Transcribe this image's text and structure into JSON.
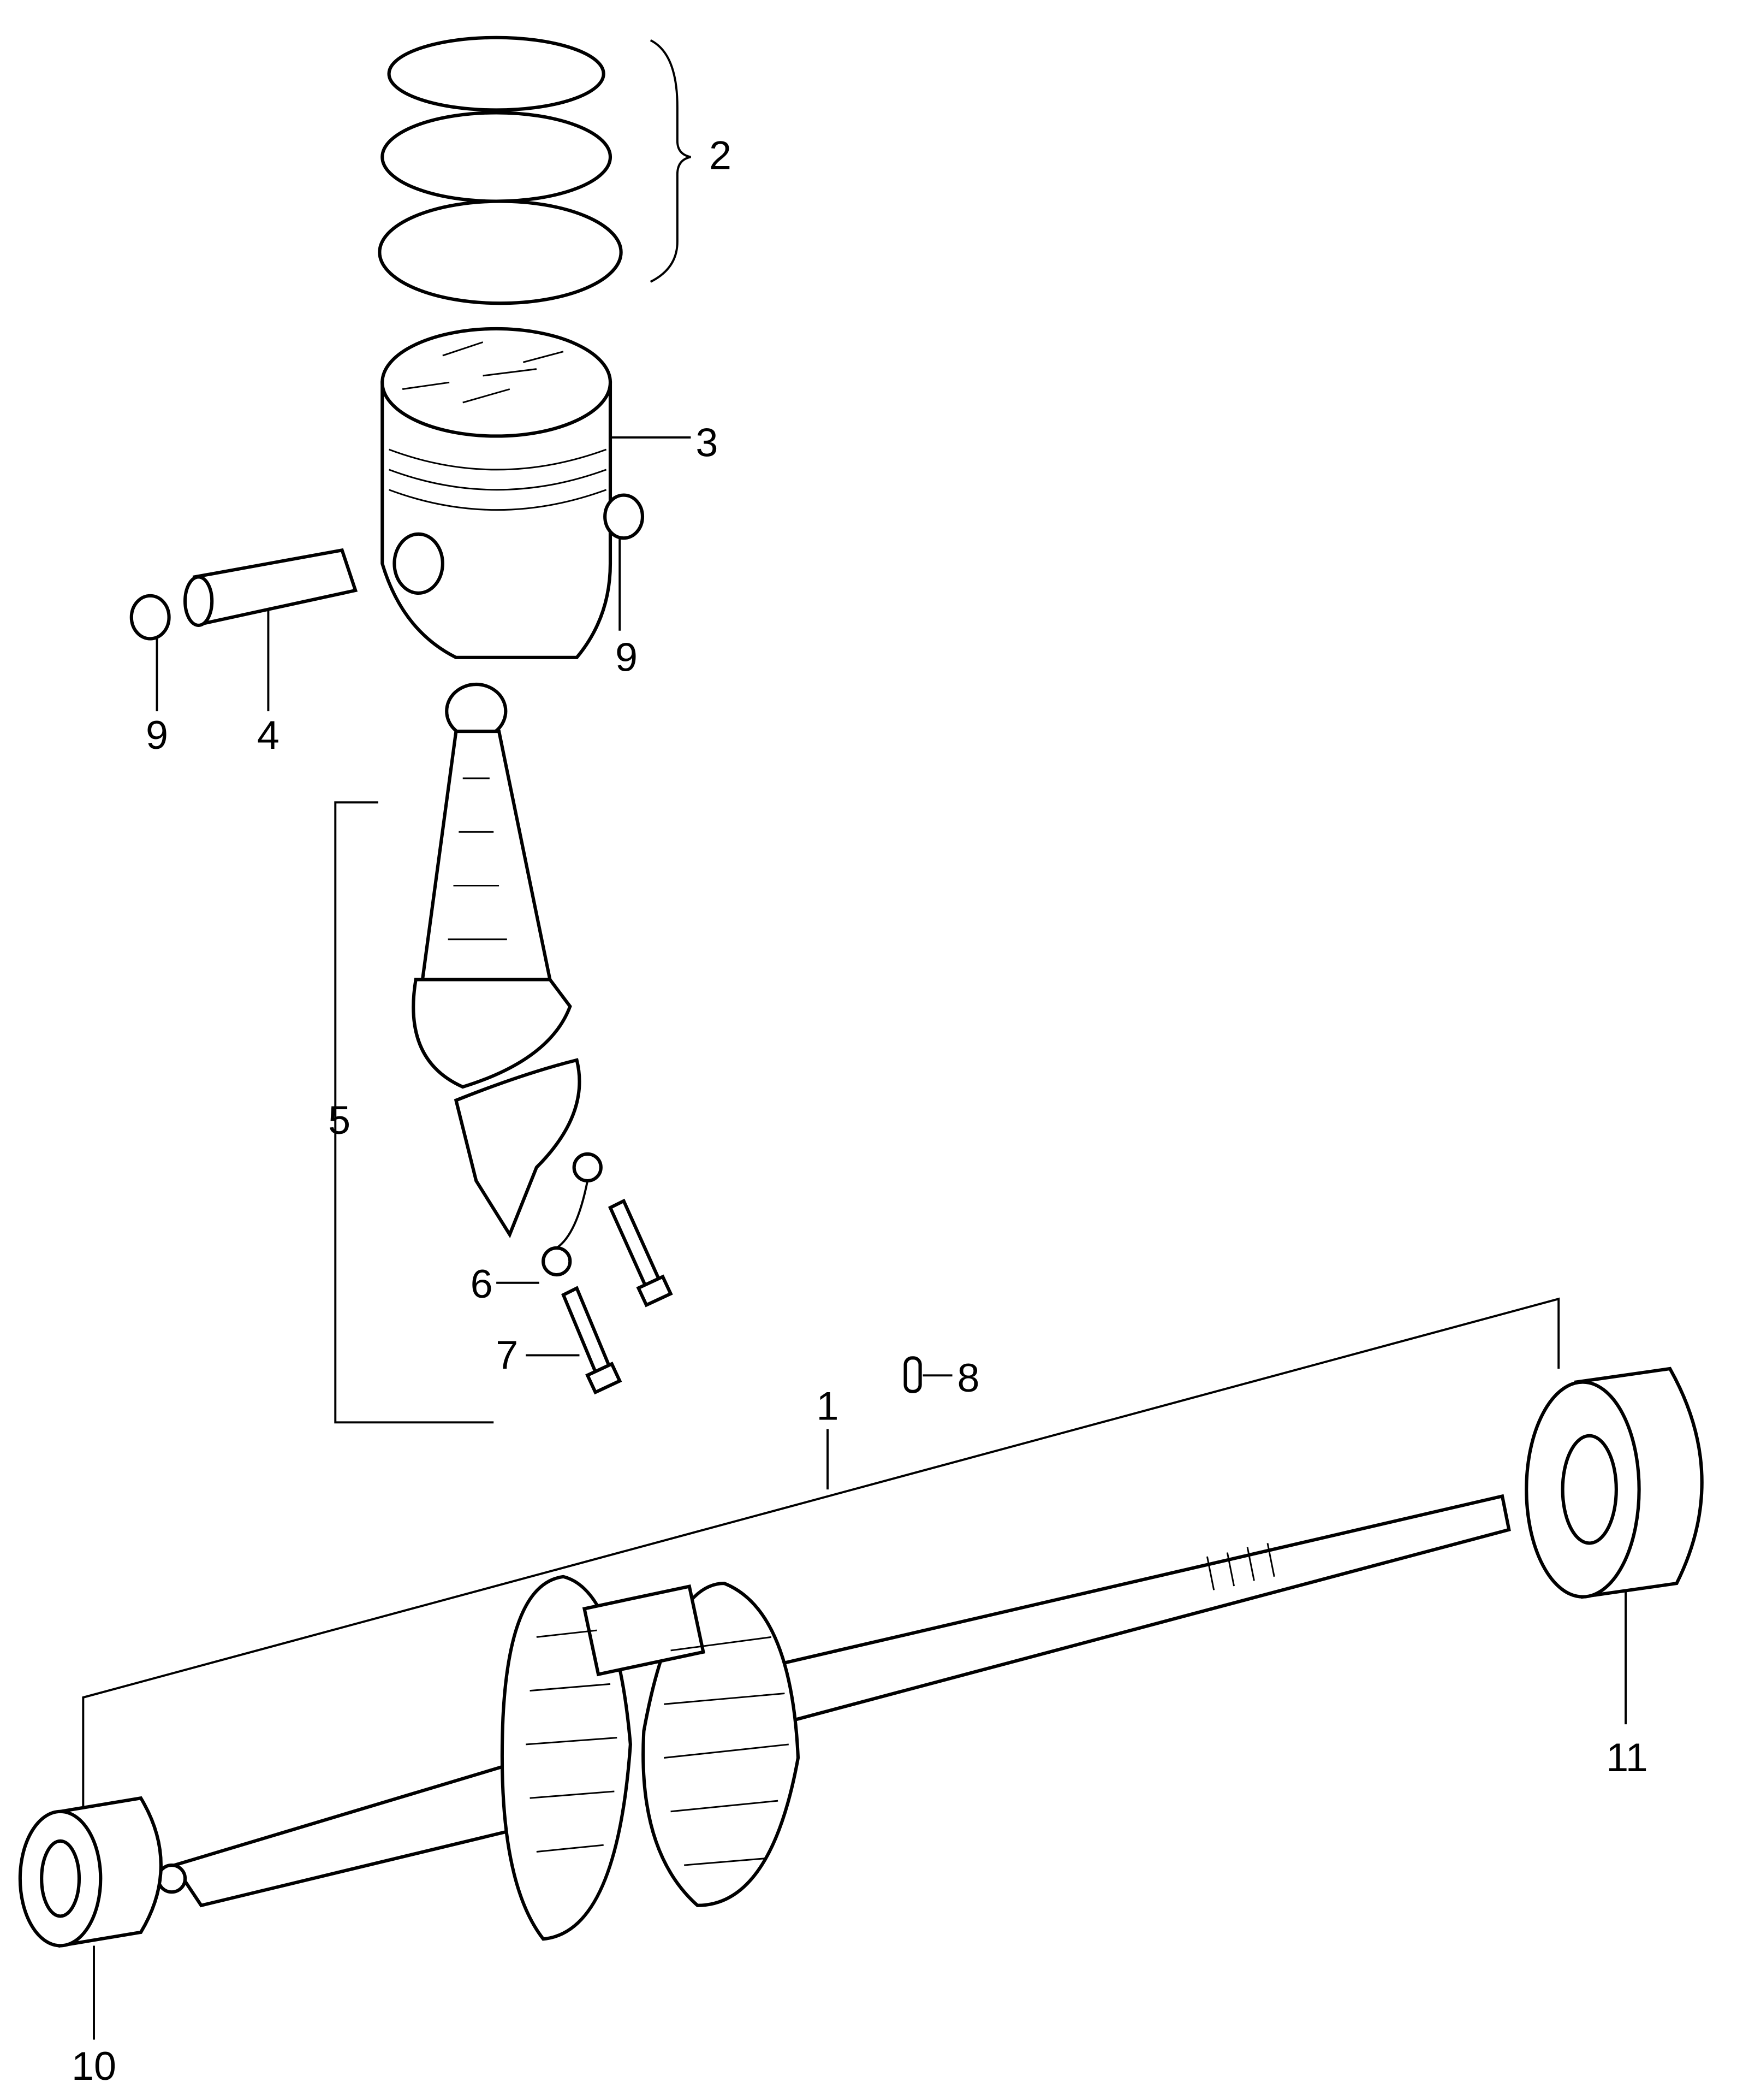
{
  "diagram": {
    "type": "exploded-parts-diagram",
    "callouts": [
      {
        "id": "1",
        "text": "1",
        "part": "crankshaft"
      },
      {
        "id": "2",
        "text": "2",
        "part": "piston-rings"
      },
      {
        "id": "3",
        "text": "3",
        "part": "piston"
      },
      {
        "id": "4",
        "text": "4",
        "part": "piston-pin"
      },
      {
        "id": "5",
        "text": "5",
        "part": "connecting-rod-assembly"
      },
      {
        "id": "6",
        "text": "6",
        "part": "lock-washer"
      },
      {
        "id": "7",
        "text": "7",
        "part": "rod-bolt"
      },
      {
        "id": "8",
        "text": "8",
        "part": "dowel-pin"
      },
      {
        "id": "9a",
        "text": "9",
        "part": "piston-pin-clip-left"
      },
      {
        "id": "9b",
        "text": "9",
        "part": "piston-pin-clip-right"
      },
      {
        "id": "10",
        "text": "10",
        "part": "bearing-left"
      },
      {
        "id": "11",
        "text": "11",
        "part": "bearing-right"
      }
    ]
  }
}
